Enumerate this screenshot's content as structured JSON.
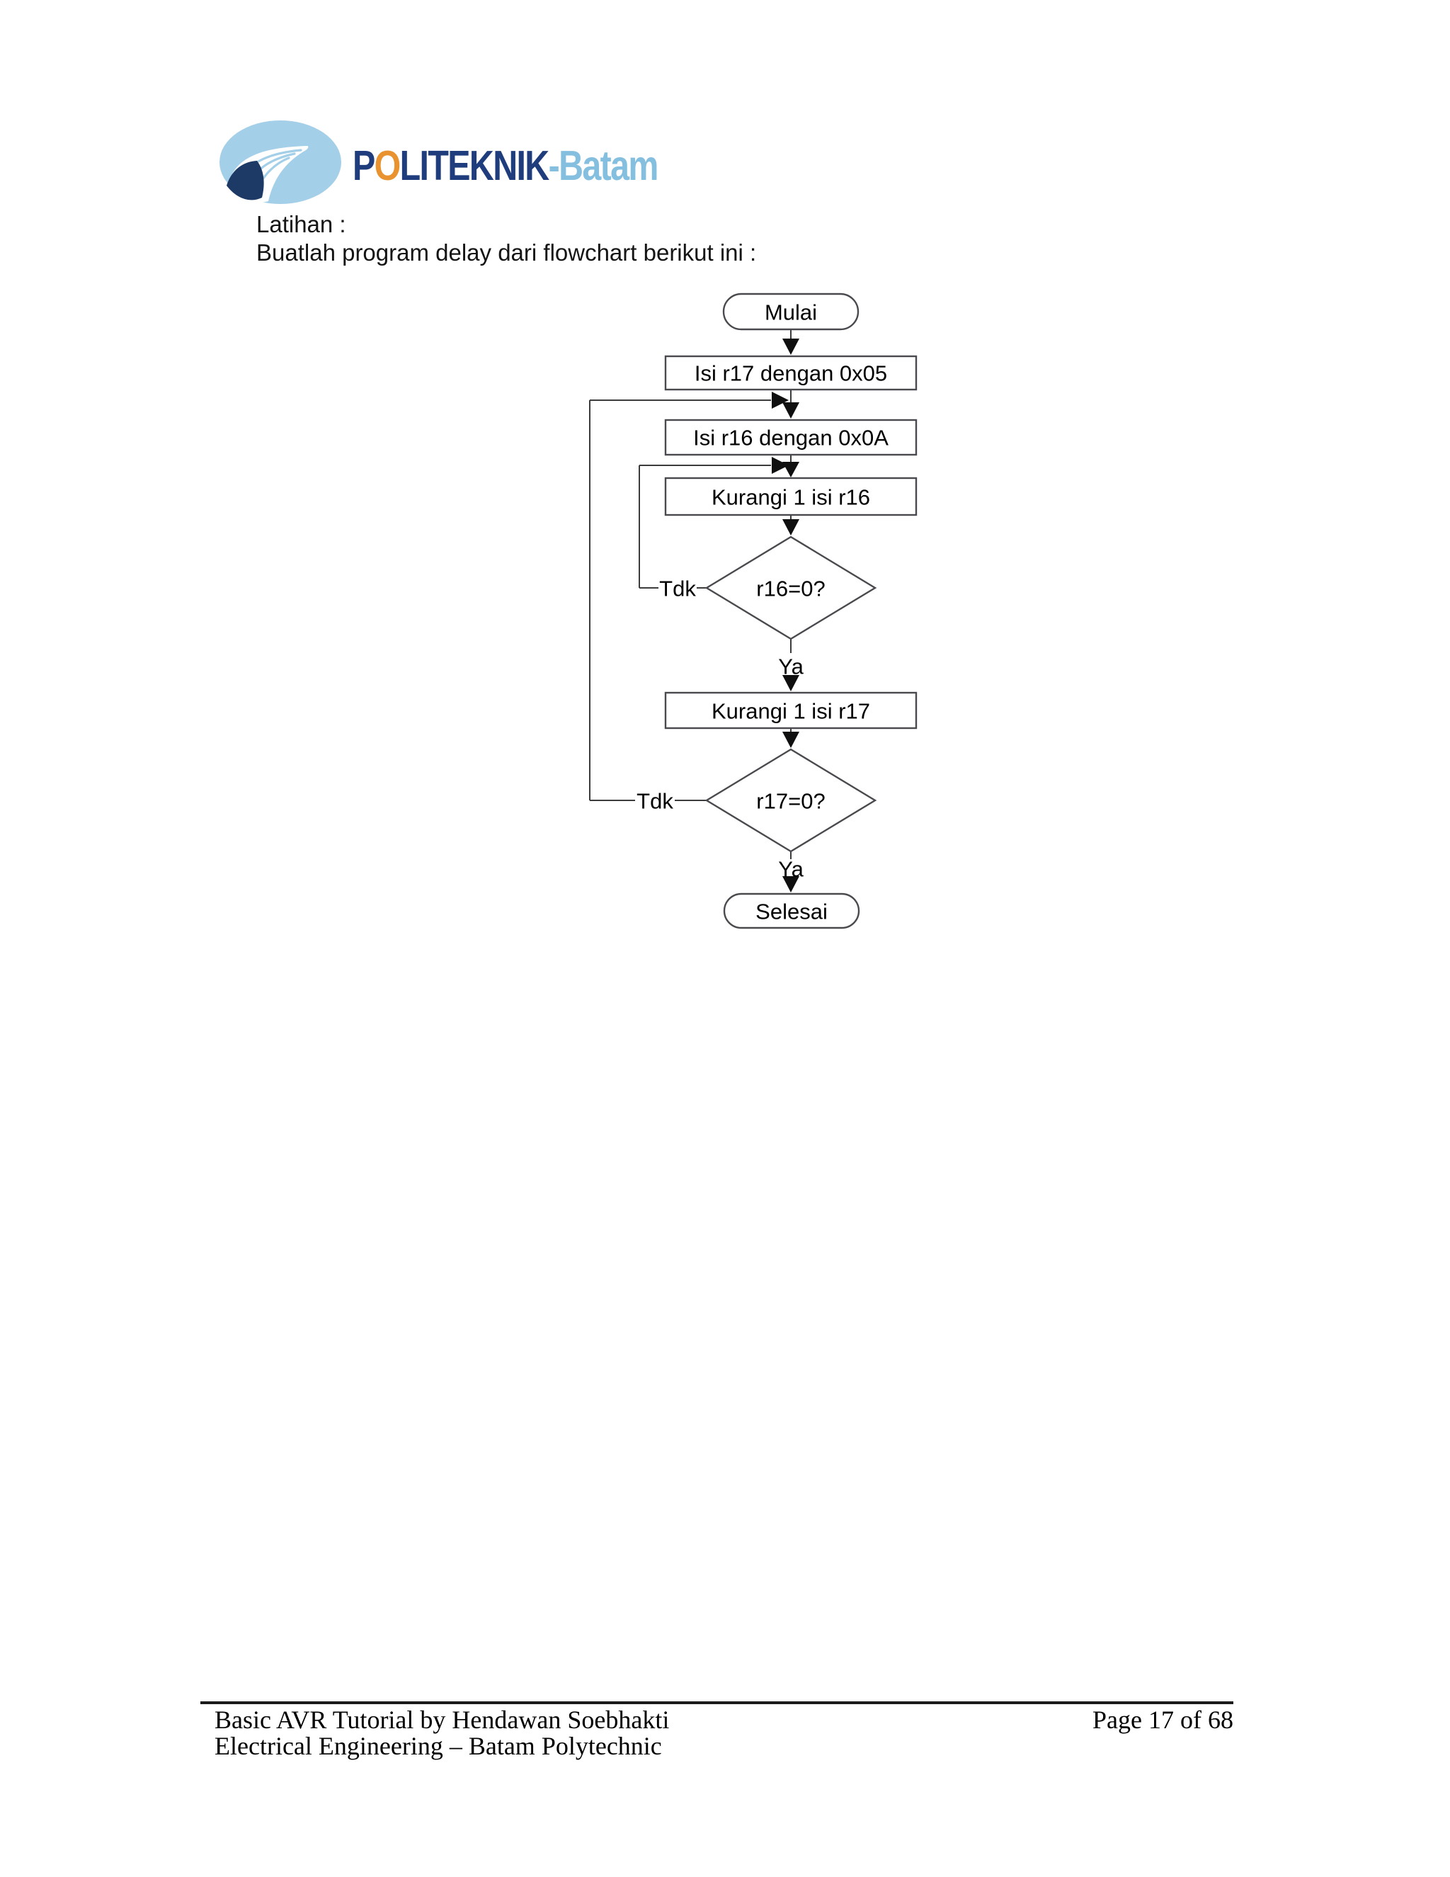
{
  "logo": {
    "wordmark_p": "P",
    "wordmark_o": "O",
    "wordmark_rest": "LITEKNIK",
    "wordmark_suffix": "-Batam",
    "colors": {
      "navy": "#1f3d7c",
      "orange": "#e8932f",
      "light_blue": "#85bfe0",
      "globe_fill": "#a4cfe8",
      "globe_dark": "#1d3a66"
    }
  },
  "intro": {
    "line1": "Latihan :",
    "line2": "Buatlah program delay dari flowchart berikut ini :"
  },
  "flowchart": {
    "stroke_color": "#3c3c3c",
    "nodes": {
      "start": "Mulai",
      "box1": "Isi r17 dengan 0x05",
      "box2": "Isi r16 dengan 0x0A",
      "box3": "Kurangi 1 isi r16",
      "decision1": "r16=0?",
      "box4": "Kurangi 1 isi r17",
      "decision2": "r17=0?",
      "end": "Selesai"
    },
    "labels": {
      "no1": "Tdk",
      "yes1": "Ya",
      "no2": "Tdk",
      "yes2": "Ya"
    }
  },
  "footer": {
    "line1": "Basic AVR Tutorial by Hendawan Soebhakti",
    "line2": "Electrical Engineering – Batam Polytechnic",
    "page": "Page 17 of 68"
  }
}
